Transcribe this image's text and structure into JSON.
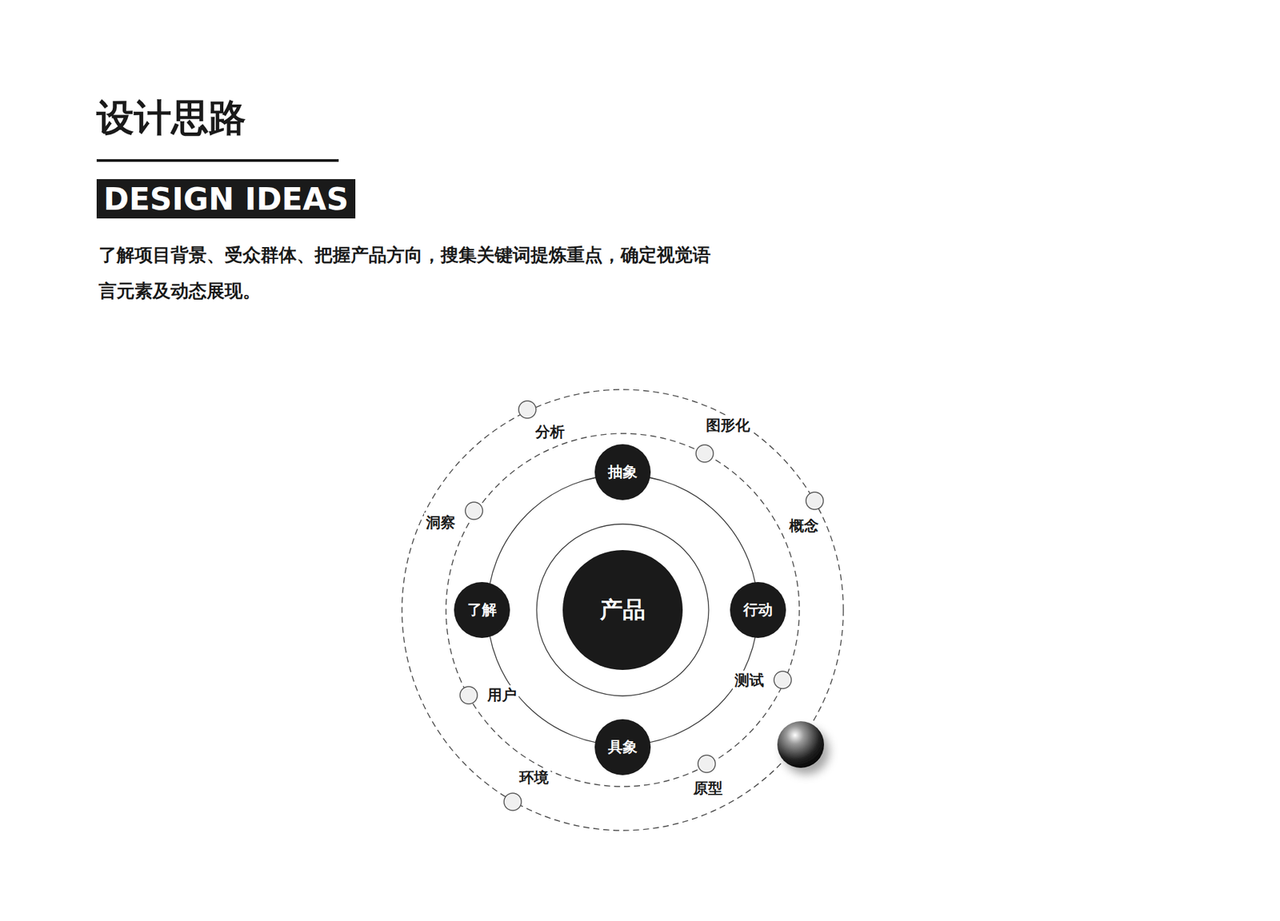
{
  "diagram": {
    "title": "设计思路",
    "nodes": [
      {
        "text": [
          "DESIGN IDEAS"
        ]
      },
      {
        "text": [
          "产品"
        ]
      },
      {
        "text": [
          "抽象"
        ]
      },
      {
        "text": [
          "了解"
        ]
      },
      {
        "text": [
          "行动"
        ]
      },
      {
        "text": [
          "具象"
        ]
      }
    ],
    "labels": [
      "了解项目背景、受众群体、把握产品方向，搜集关键词提炼重点，确定视觉语言元素及动态展现。",
      "分析",
      "图形化",
      "洞察",
      "概念",
      "测试",
      "用户",
      "原型",
      "环境"
    ]
  }
}
